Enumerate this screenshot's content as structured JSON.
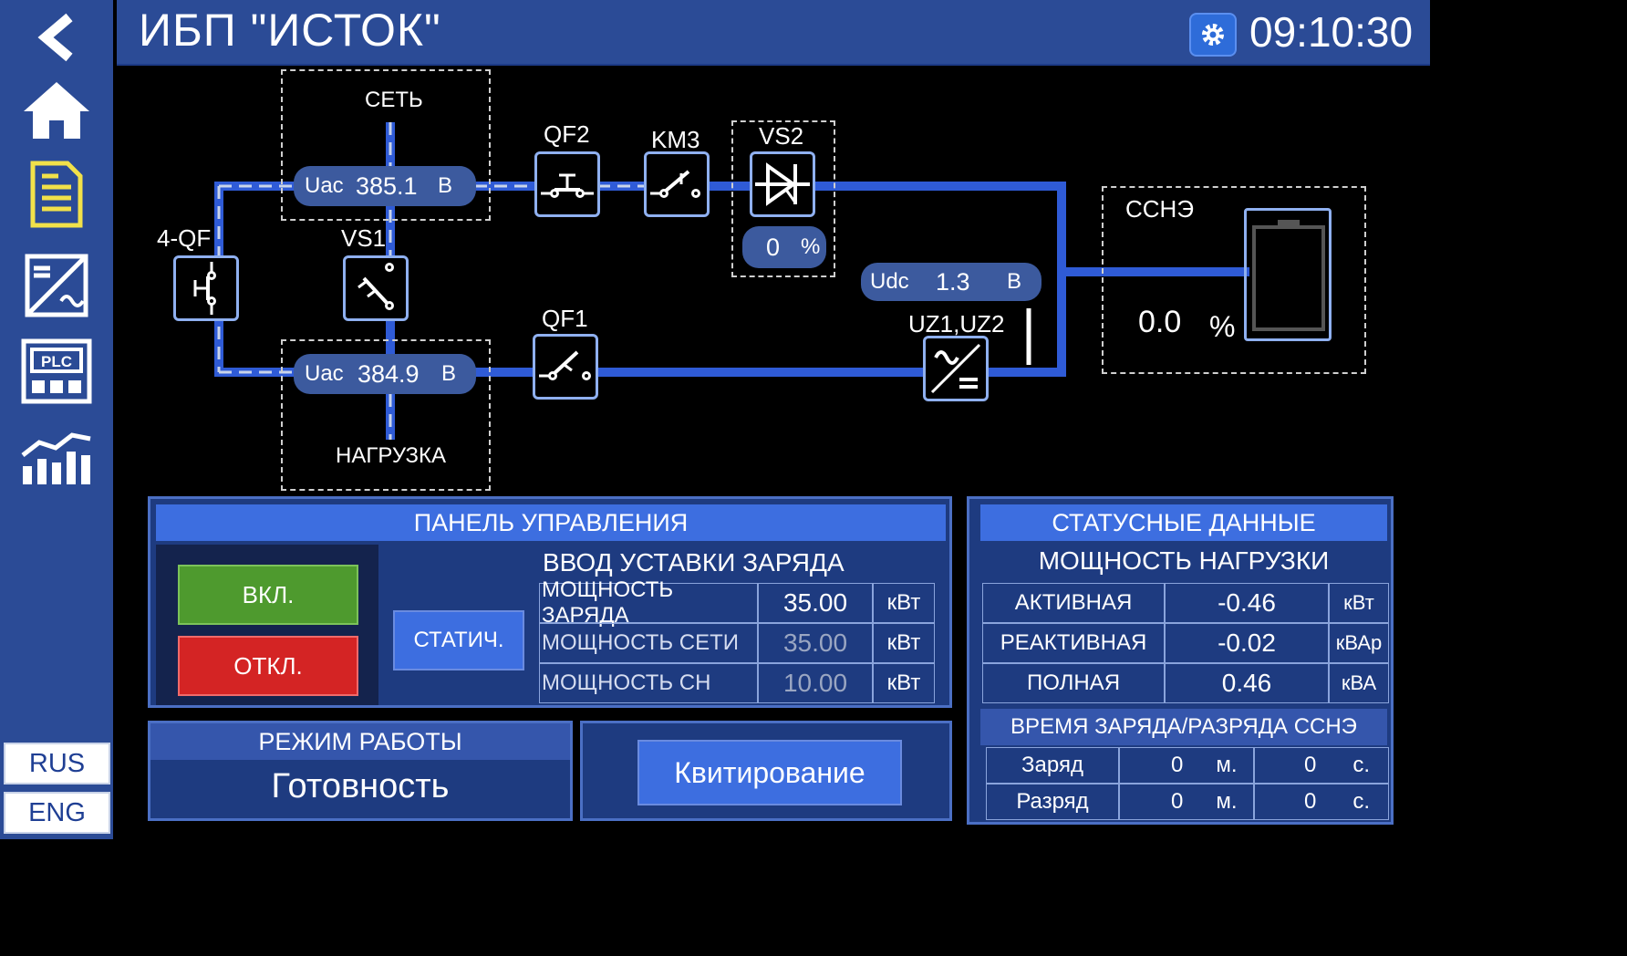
{
  "app": {
    "title": "ИБП \"ИСТОК\"",
    "time": "09:10:30"
  },
  "sidebar": {
    "icons": [
      "back-arrow-icon",
      "home-icon",
      "document-icon",
      "converter-icon",
      "plc-icon",
      "chart-icon"
    ],
    "languages": [
      "RUS",
      "ENG"
    ]
  },
  "diagram": {
    "labels": {
      "set": "СЕТЬ",
      "nagruzka": "НАГРУЗКА",
      "qf2": "QF2",
      "km3": "KM3",
      "vs2": "VS2",
      "qf4": "4-QF",
      "vs1": "VS1",
      "qf1": "QF1",
      "uz": "UZ1,UZ2",
      "ssne": "ССНЭ"
    },
    "uac_top": {
      "name": "Uac",
      "value": "385.1",
      "unit": "В"
    },
    "uac_bottom": {
      "name": "Uac",
      "value": "384.9",
      "unit": "В"
    },
    "vs2_percent": {
      "value": "0",
      "unit": "%"
    },
    "udc": {
      "name": "Udc",
      "value": "1.3",
      "unit": "В"
    },
    "battery": {
      "value": "0.0",
      "unit": "%",
      "level": 0
    }
  },
  "control_panel": {
    "title": "ПАНЕЛЬ УПРАВЛЕНИЯ",
    "on_label": "ВКЛ.",
    "off_label": "ОТКЛ.",
    "static_label": "СТАТИЧ.",
    "setpoint_title": "ВВОД УСТАВКИ ЗАРЯДА",
    "rows": [
      {
        "label": "МОЩНОСТЬ ЗАРЯДА",
        "value": "35.00",
        "unit": "кВт"
      },
      {
        "label": "МОЩНОСТЬ СЕТИ",
        "value": "35.00",
        "unit": "кВт"
      },
      {
        "label": "МОЩНОСТЬ СН",
        "value": "10.00",
        "unit": "кВт"
      }
    ]
  },
  "mode": {
    "title": "РЕЖИМ РАБОТЫ",
    "value": "Готовность"
  },
  "ack_button": "Квитирование",
  "status": {
    "title": "СТАТУСНЫЕ ДАННЫЕ",
    "subtitle": "МОЩНОСТЬ НАГРУЗКИ",
    "rows": [
      {
        "label": "АКТИВНАЯ",
        "value": "-0.46",
        "unit": "кВт"
      },
      {
        "label": "РЕАКТИВНАЯ",
        "value": "-0.02",
        "unit": "кВАр"
      },
      {
        "label": "ПОЛНАЯ",
        "value": "0.46",
        "unit": "кВА"
      }
    ],
    "time_title": "ВРЕМЯ ЗАРЯДА/РАЗРЯДА ССНЭ",
    "time_rows": [
      {
        "label": "Заряд",
        "min": "0",
        "min_unit": "м.",
        "sec": "0",
        "sec_unit": "с."
      },
      {
        "label": "Разряд",
        "min": "0",
        "min_unit": "м.",
        "sec": "0",
        "sec_unit": "с."
      }
    ]
  },
  "colors": {
    "accent": "#3d6ee0",
    "header": "#2b4b96",
    "on": "#4e9a2e",
    "off": "#d42424",
    "line": "#2f5bd6"
  }
}
